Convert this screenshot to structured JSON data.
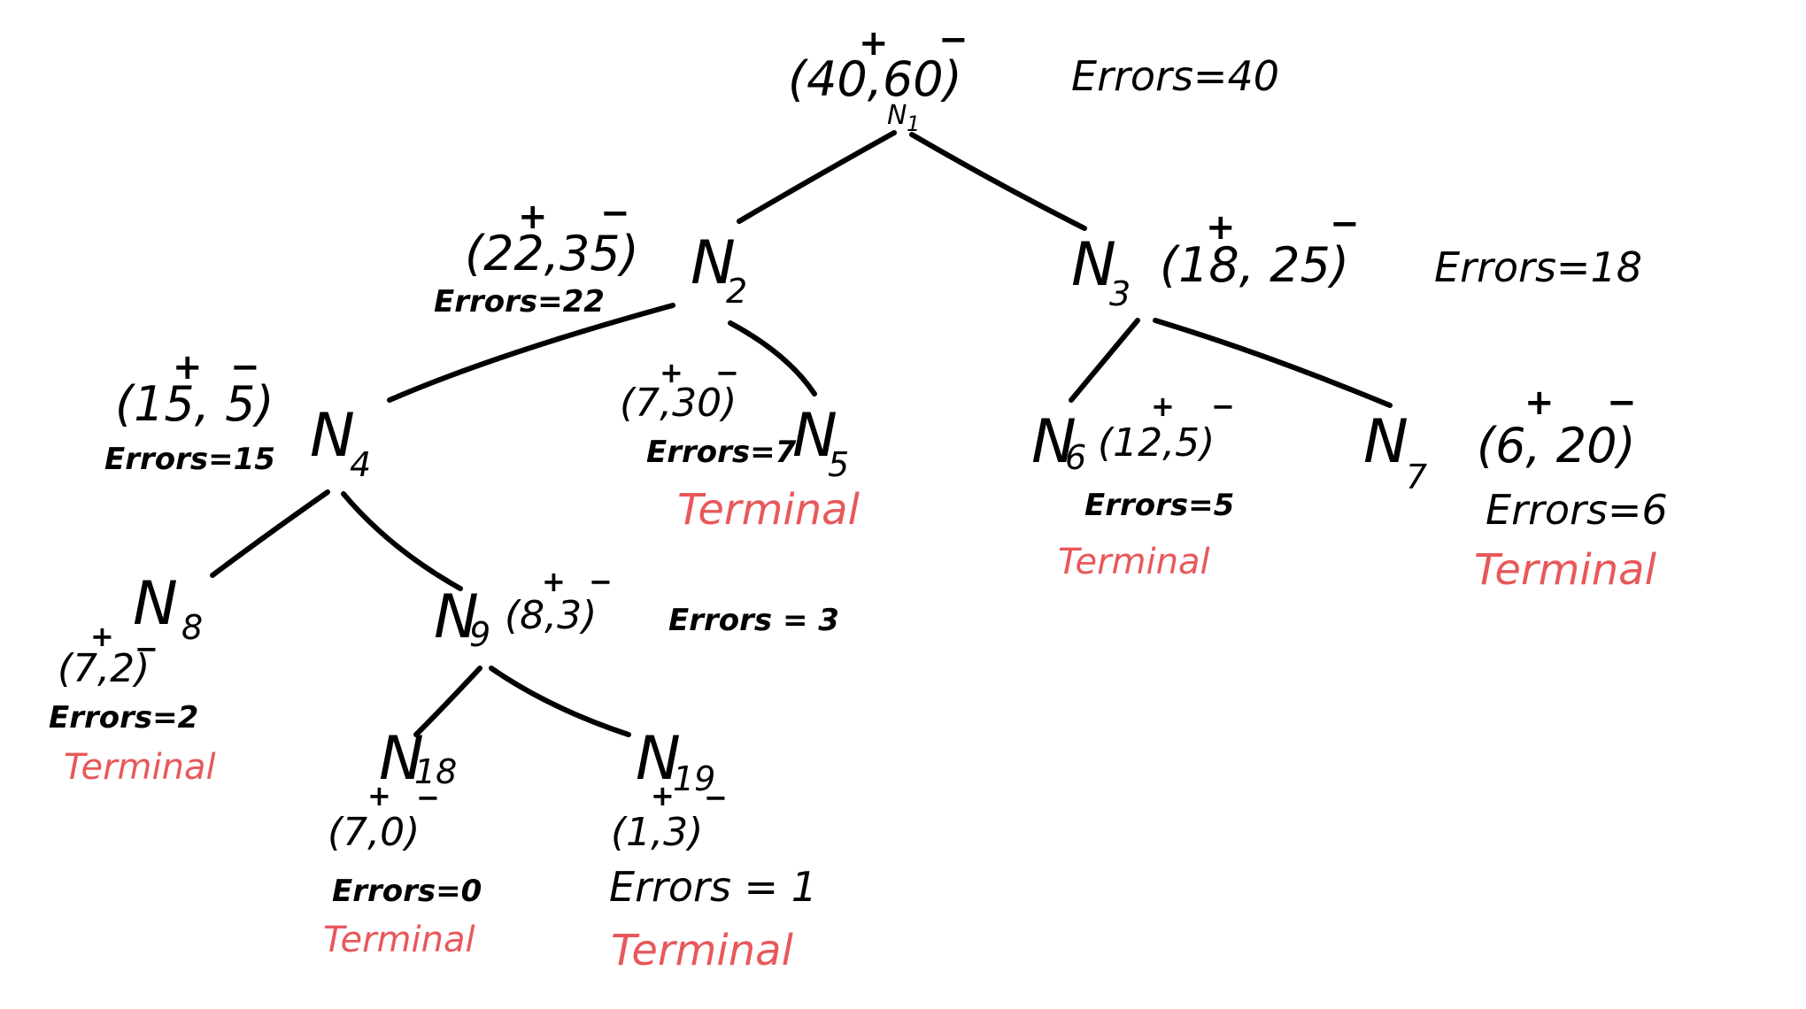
{
  "signs": {
    "plus": "+",
    "minus": "−"
  },
  "terminal_color": "#e8585a",
  "nodes": {
    "n1": {
      "name": "N",
      "sub": "1",
      "counts": "(40,60)",
      "errors": "Errors=40"
    },
    "n2": {
      "name": "N",
      "sub": "2",
      "counts": "(22,35)",
      "errors": "Errors=22"
    },
    "n3": {
      "name": "N",
      "sub": "3",
      "counts": "(18, 25)",
      "errors": "Errors=18"
    },
    "n4": {
      "name": "N",
      "sub": "4",
      "counts": "(15, 5)",
      "errors": "Errors=15"
    },
    "n5": {
      "name": "N",
      "sub": "5",
      "counts": "(7,30)",
      "errors": "Errors=7",
      "terminal": "Terminal"
    },
    "n6": {
      "name": "N",
      "sub": "6",
      "counts": "(12,5)",
      "errors": "Errors=5",
      "terminal": "Terminal"
    },
    "n7": {
      "name": "N",
      "sub": "7",
      "counts": "(6, 20)",
      "errors": "Errors=6",
      "terminal": "Terminal"
    },
    "n8": {
      "name": "N",
      "sub": "8",
      "counts": "(7,2)",
      "errors": "Errors=2",
      "terminal": "Terminal"
    },
    "n9": {
      "name": "N",
      "sub": "9",
      "counts": "(8,3)",
      "errors": "Errors = 3"
    },
    "n18": {
      "name": "N",
      "sub": "18",
      "counts": "(7,0)",
      "errors": "Errors=0",
      "terminal": "Terminal"
    },
    "n19": {
      "name": "N",
      "sub": "19",
      "counts": "(1,3)",
      "errors": "Errors = 1",
      "terminal": "Terminal"
    }
  }
}
